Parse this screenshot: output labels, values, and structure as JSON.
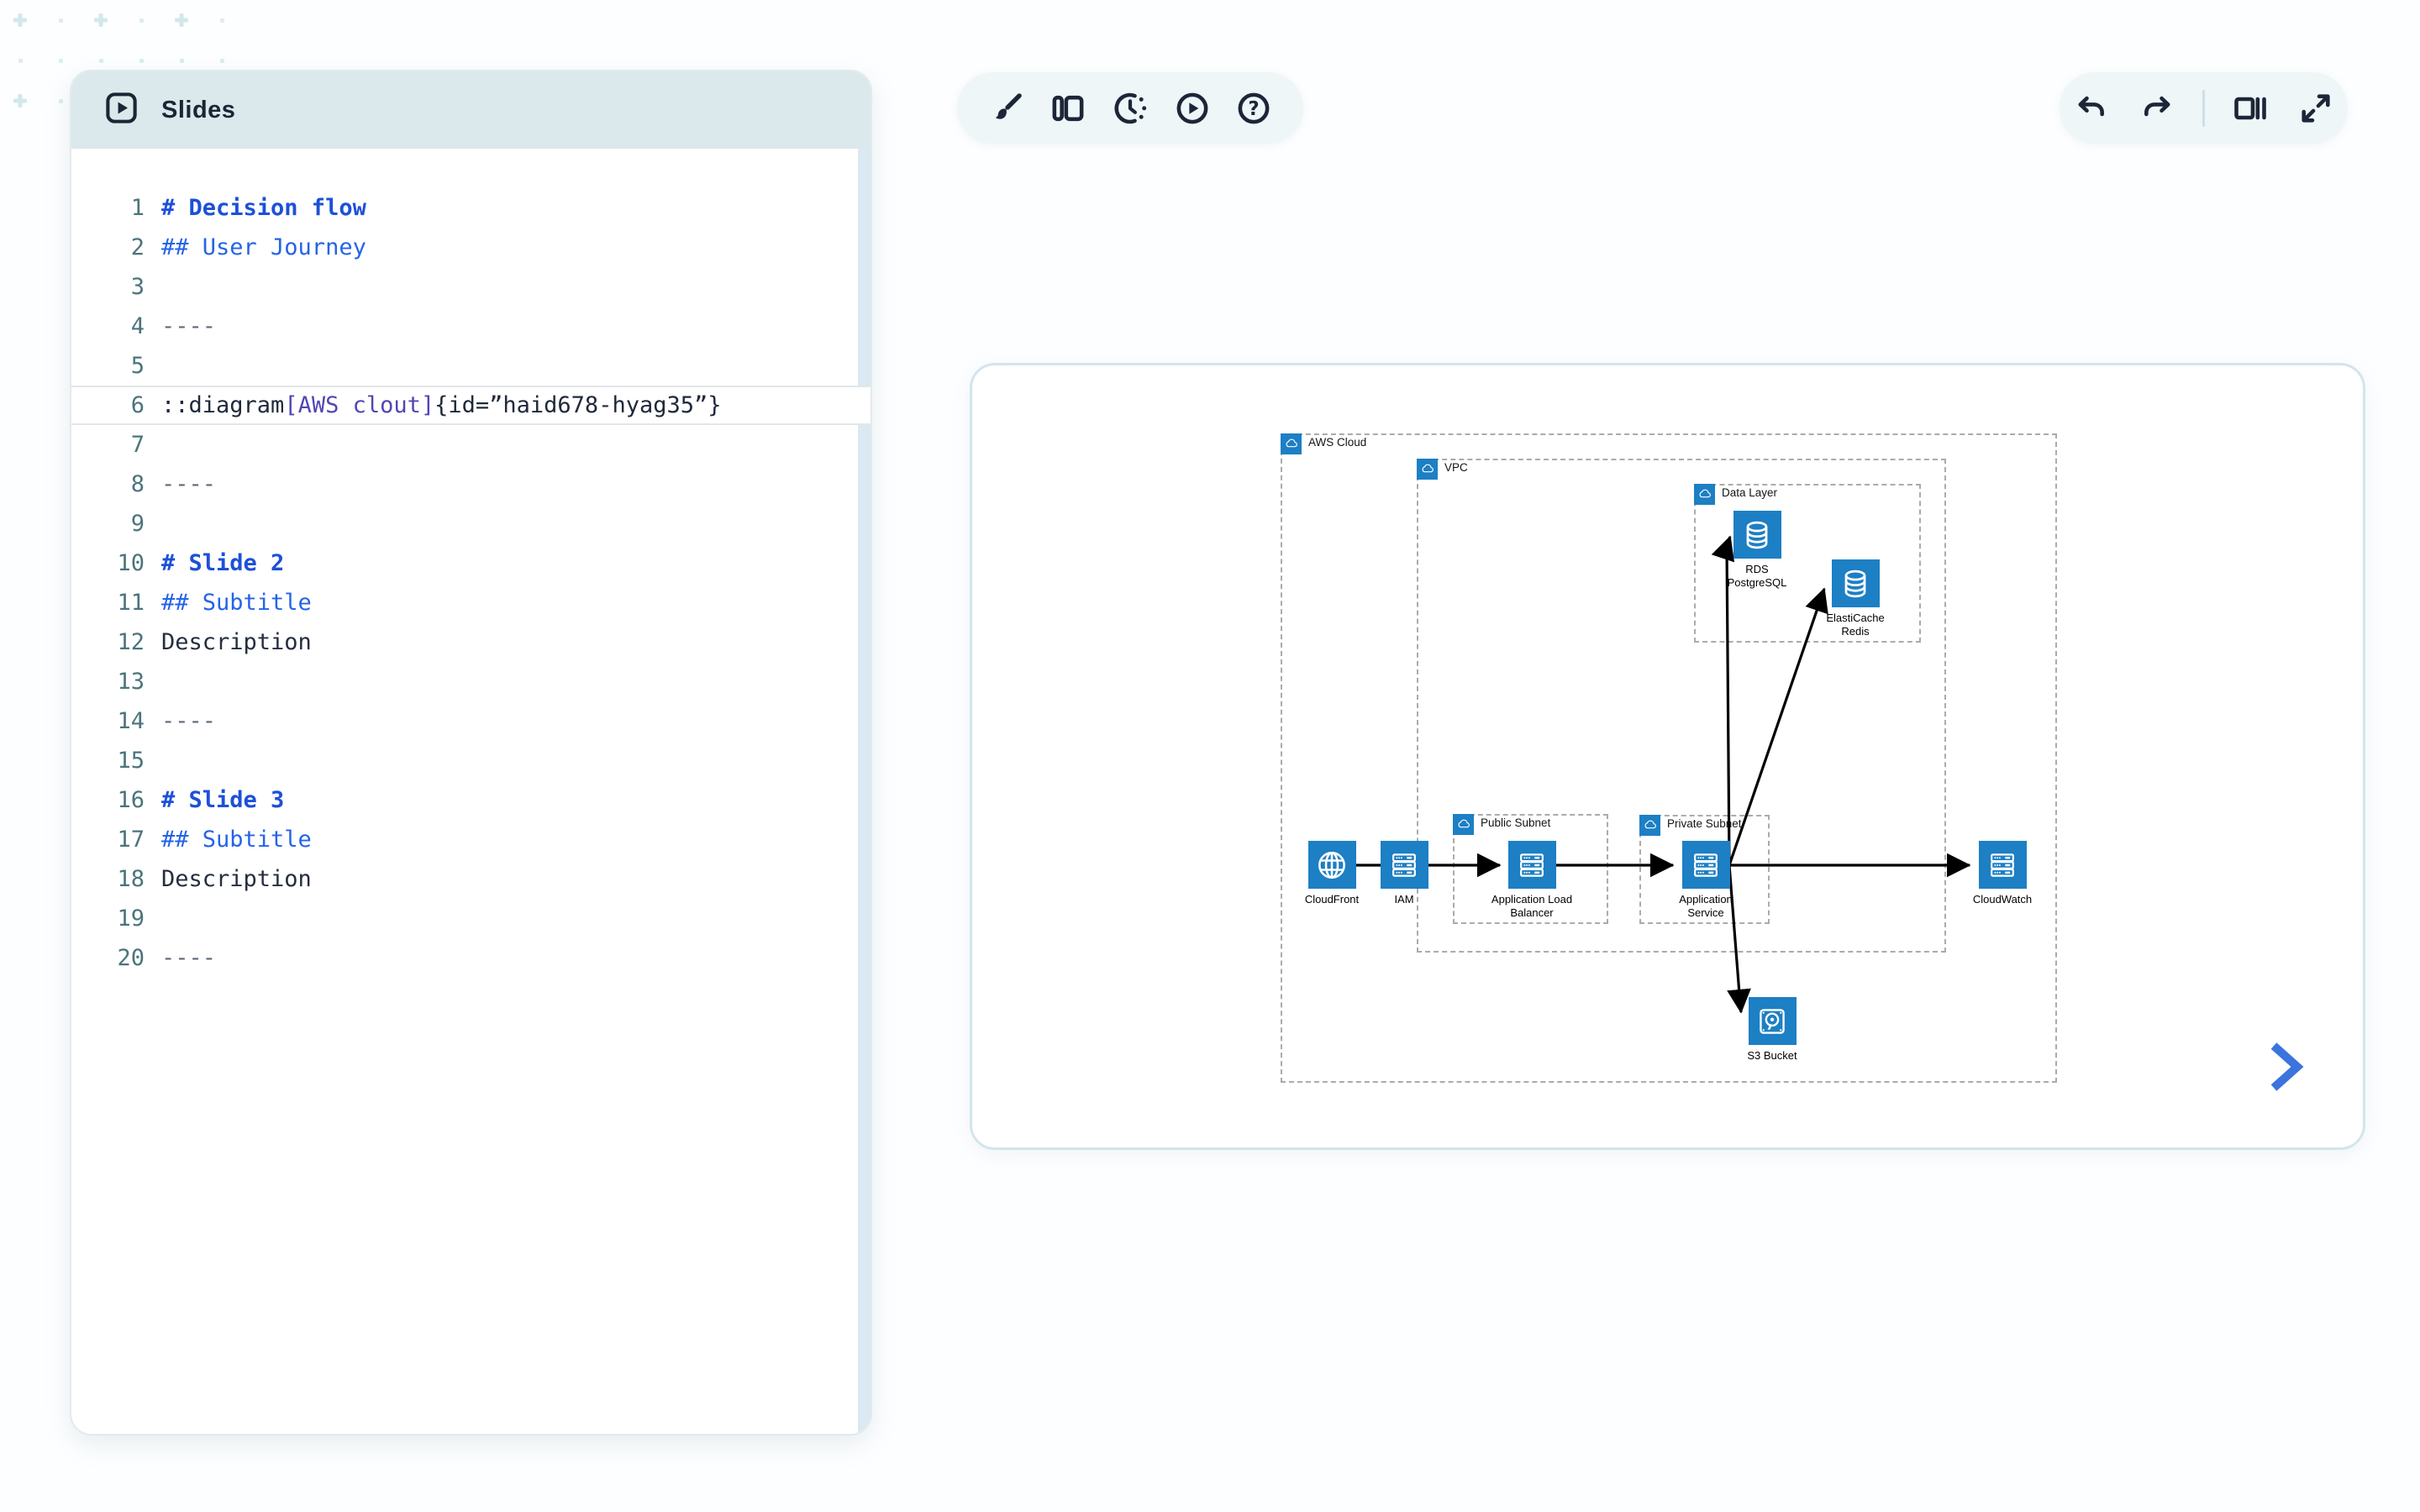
{
  "panel": {
    "title": "Slides"
  },
  "editor": {
    "lines": [
      {
        "n": "1",
        "kind": "h1",
        "text": "# Decision flow"
      },
      {
        "n": "2",
        "kind": "h2",
        "text": "## User Journey"
      },
      {
        "n": "3",
        "kind": "blank",
        "text": ""
      },
      {
        "n": "4",
        "kind": "divider",
        "text": "----"
      },
      {
        "n": "5",
        "kind": "blank",
        "text": ""
      },
      {
        "n": "6",
        "kind": "directive",
        "active": true,
        "parts": {
          "head": "::diagram",
          "bracket": "[AWS clout]",
          "tail": "{id=”haid678-hyag35”}"
        }
      },
      {
        "n": "7",
        "kind": "blank",
        "text": ""
      },
      {
        "n": "8",
        "kind": "divider",
        "text": "----"
      },
      {
        "n": "9",
        "kind": "blank",
        "text": ""
      },
      {
        "n": "10",
        "kind": "h1",
        "text": "# Slide 2"
      },
      {
        "n": "11",
        "kind": "h2",
        "text": "## Subtitle"
      },
      {
        "n": "12",
        "kind": "text",
        "text": "Description"
      },
      {
        "n": "13",
        "kind": "blank",
        "text": ""
      },
      {
        "n": "14",
        "kind": "divider",
        "text": "----"
      },
      {
        "n": "15",
        "kind": "blank",
        "text": ""
      },
      {
        "n": "16",
        "kind": "h1",
        "text": "# Slide 3"
      },
      {
        "n": "17",
        "kind": "h2",
        "text": "## Subtitle"
      },
      {
        "n": "18",
        "kind": "text",
        "text": "Description"
      },
      {
        "n": "19",
        "kind": "blank",
        "text": ""
      },
      {
        "n": "20",
        "kind": "divider",
        "text": "----"
      }
    ]
  },
  "toolbar_center": {
    "items": [
      {
        "name": "draw-tool",
        "icon": "paintbrush-icon"
      },
      {
        "name": "layout-tool",
        "icon": "split-panel-icon"
      },
      {
        "name": "timer-tool",
        "icon": "timer-clock-icon"
      },
      {
        "name": "present-tool",
        "icon": "play-circle-icon"
      },
      {
        "name": "help-tool",
        "icon": "question-circle-icon"
      }
    ]
  },
  "toolbar_right": {
    "items": [
      {
        "name": "undo",
        "icon": "undo-arrow-icon"
      },
      {
        "name": "redo",
        "icon": "redo-arrow-icon"
      },
      {
        "name": "panels",
        "icon": "layout-columns-icon"
      },
      {
        "name": "fullscreen",
        "icon": "expand-arrows-icon"
      }
    ]
  },
  "diagram": {
    "containers": [
      {
        "id": "aws-cloud",
        "label": "AWS Cloud"
      },
      {
        "id": "vpc",
        "label": "VPC"
      },
      {
        "id": "data-layer",
        "label": "Data Layer"
      },
      {
        "id": "public-subnet",
        "label": "Public Subnet"
      },
      {
        "id": "private-subnet",
        "label": "Private Subnet"
      }
    ],
    "nodes": [
      {
        "id": "cloudfront",
        "label": "CloudFront",
        "icon": "globe-icon"
      },
      {
        "id": "iam",
        "label": "IAM",
        "icon": "server-stack-icon"
      },
      {
        "id": "alb",
        "label": "Application Load\nBalancer",
        "icon": "server-stack-icon"
      },
      {
        "id": "app-service",
        "label": "Application\nService",
        "icon": "server-stack-icon"
      },
      {
        "id": "cloudwatch",
        "label": "CloudWatch",
        "icon": "server-stack-icon"
      },
      {
        "id": "rds",
        "label": "RDS\nPostgreSQL",
        "icon": "database-icon"
      },
      {
        "id": "elasticache",
        "label": "ElastiCache\nRedis",
        "icon": "database-icon"
      },
      {
        "id": "s3",
        "label": "S3 Bucket",
        "icon": "hard-drive-icon"
      }
    ]
  },
  "colors": {
    "accent_blue": "#1d7fc4",
    "chevron_blue": "#3b74dd",
    "header_bg": "#dbe9ec",
    "toolbar_bg": "#eef6f8",
    "heading_text": "#1d50d8",
    "directive_bracket": "#4f46b5",
    "line_number": "#4b747c"
  }
}
